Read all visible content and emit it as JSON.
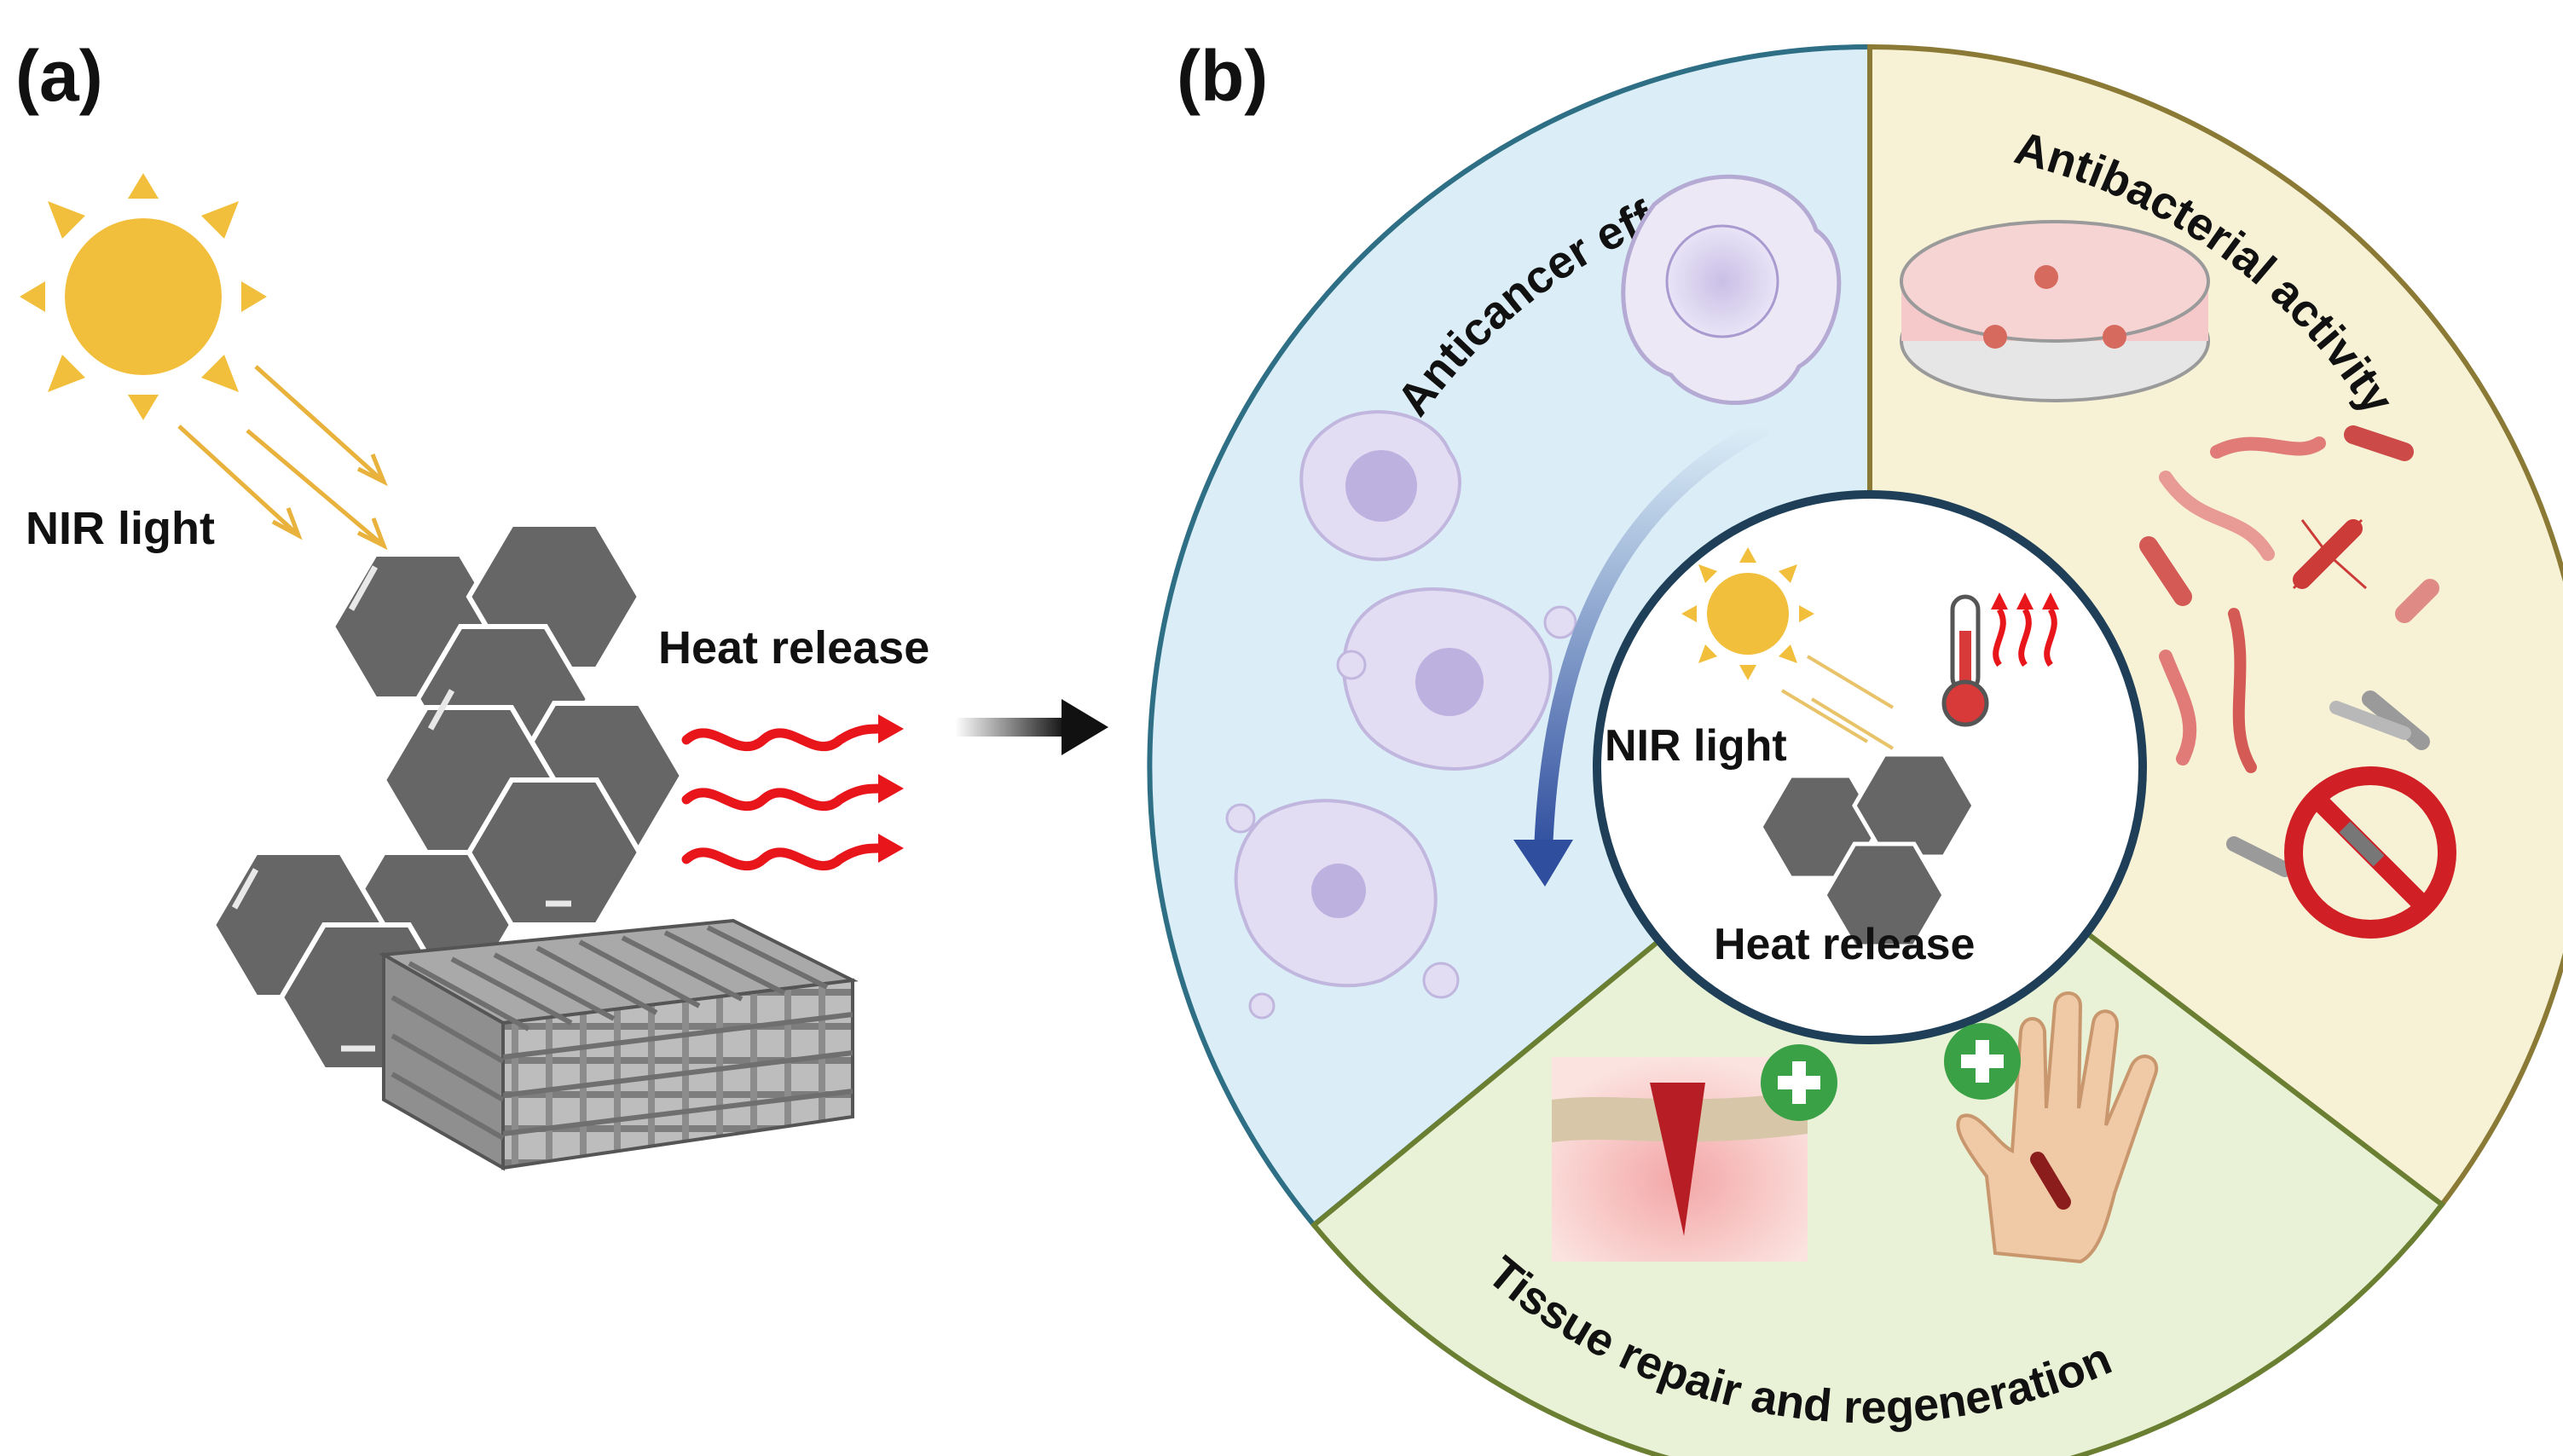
{
  "panel_a": {
    "label": "(a)",
    "light_label": "NIR light",
    "heat_label": "Heat release"
  },
  "panel_b": {
    "label": "(b)",
    "segments": {
      "anticancer": "Anticancer effect",
      "antibacterial": "Antibacterial activity",
      "tissue": "Tissue repair and regeneration"
    },
    "center": {
      "light_label": "NIR light",
      "heat_label": "Heat release"
    }
  },
  "colors": {
    "sun": "#f2bf3c",
    "heat_wave": "#e8151b",
    "graphene": "#666666",
    "anticancer_bg": "#dbeef7",
    "anticancer_border": "#2e6f86",
    "antibacterial_bg": "#f7f2d6",
    "antibacterial_border": "#8a7a35",
    "tissue_bg": "#e9f2d6",
    "tissue_border": "#6b7f33",
    "plus_green": "#3aa146",
    "curved_arrow": "#3f5ea8",
    "prohibition": "#d11f26"
  },
  "icons": [
    "sun-icon",
    "graphene-sheet-icon",
    "scaffold-icon",
    "heat-wave-icon",
    "thermometer-icon",
    "cancer-cell-icon",
    "petri-dish-icon",
    "bacteria-icon",
    "prohibition-icon",
    "wound-icon",
    "hand-icon",
    "plus-icon"
  ]
}
